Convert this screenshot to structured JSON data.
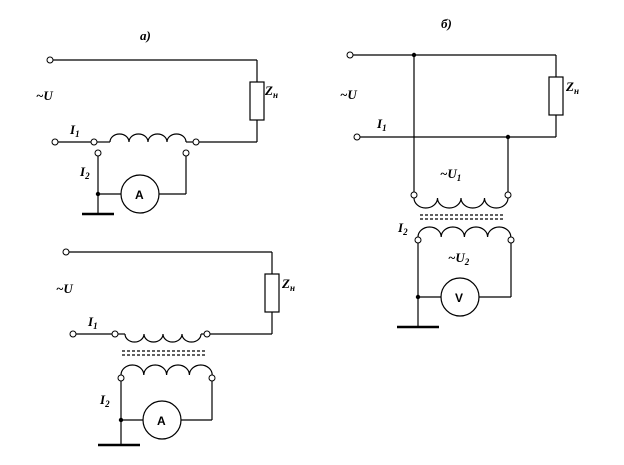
{
  "panels": {
    "a": {
      "label": "а)"
    },
    "b": {
      "label": "б)"
    }
  },
  "labels": {
    "source": "~U",
    "current1": "I",
    "current1_sub": "1",
    "current2": "I",
    "current2_sub": "2",
    "load": "Z",
    "load_sub": "н",
    "u1": "~U",
    "u1_sub": "1",
    "u2": "~U",
    "u2_sub": "2"
  },
  "meters": {
    "ammeter": "A",
    "voltmeter": "V"
  }
}
